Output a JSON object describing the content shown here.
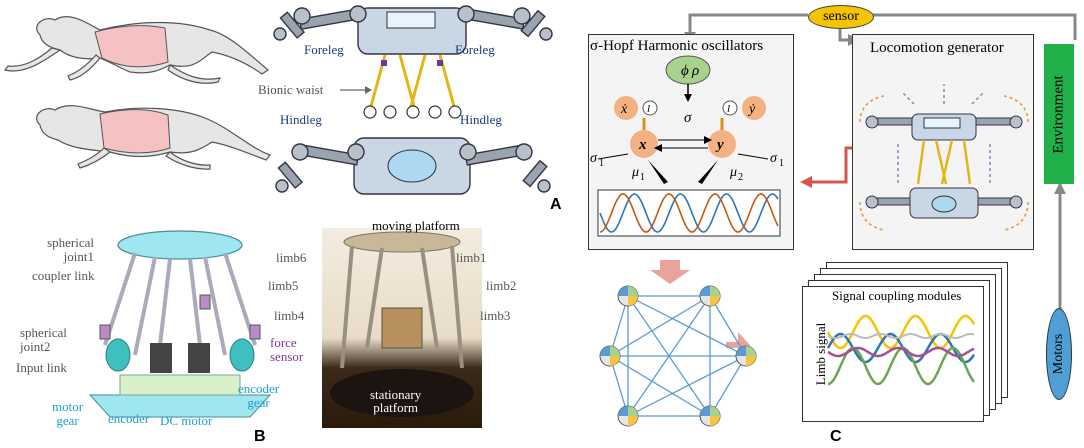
{
  "panel_a": {
    "letter": "A",
    "foreleg_left": "Foreleg",
    "foreleg_right": "Foreleg",
    "waist": "Bionic waist",
    "hindleg_left": "Hindleg",
    "hindleg_right": "Hindleg"
  },
  "panel_b": {
    "letter": "B",
    "spherical_joint1": "spherical\njoint1",
    "coupler_link": "coupler link",
    "spherical_joint2": "spherical\njoint2",
    "input_link": "Input link",
    "motor_gear": "motor\ngear",
    "encoder": "encoder",
    "dc_motor": "DC motor",
    "encoder_gear": "encoder\ngear",
    "force_sensor": "force\nsensor",
    "moving_platform": "moving platform",
    "limb1": "limb1",
    "limb2": "limb2",
    "limb3": "limb3",
    "limb4": "limb4",
    "limb5": "limb5",
    "limb6": "limb6",
    "stationary_platform": "stationary\nplatform"
  },
  "panel_c": {
    "letter": "C",
    "sensor": "sensor",
    "hopf_title": "σ-Hopf Harmonic oscillators",
    "loco_title": "Locomotion generator",
    "environment": "Environment",
    "motors": "Motors",
    "signal_title": "Signal coupling modules",
    "limb_signal": "Limb signal",
    "phi": "ϕ",
    "rho": "ρ",
    "sigma": "σ",
    "sigma1_left": "σ",
    "sigma1_right": "σ",
    "sub1": "1",
    "x": "x",
    "y": "y",
    "xdot": "ẋ",
    "ydot": "ẏ",
    "mu1": "μ",
    "mu2": "μ",
    "mu_sub1": "1",
    "mu_sub2": "2",
    "l": "l",
    "colors": {
      "sensor_fill": "#f5c400",
      "environment_fill": "#22b04b",
      "motors_fill": "#4d9fd6",
      "node_fill": "#f4b183",
      "phi_rho_fill": "#a9d18e",
      "arrow_red": "#d9534f",
      "wave_blue": "#2e75b6",
      "wave_orange": "#c55a11"
    }
  }
}
